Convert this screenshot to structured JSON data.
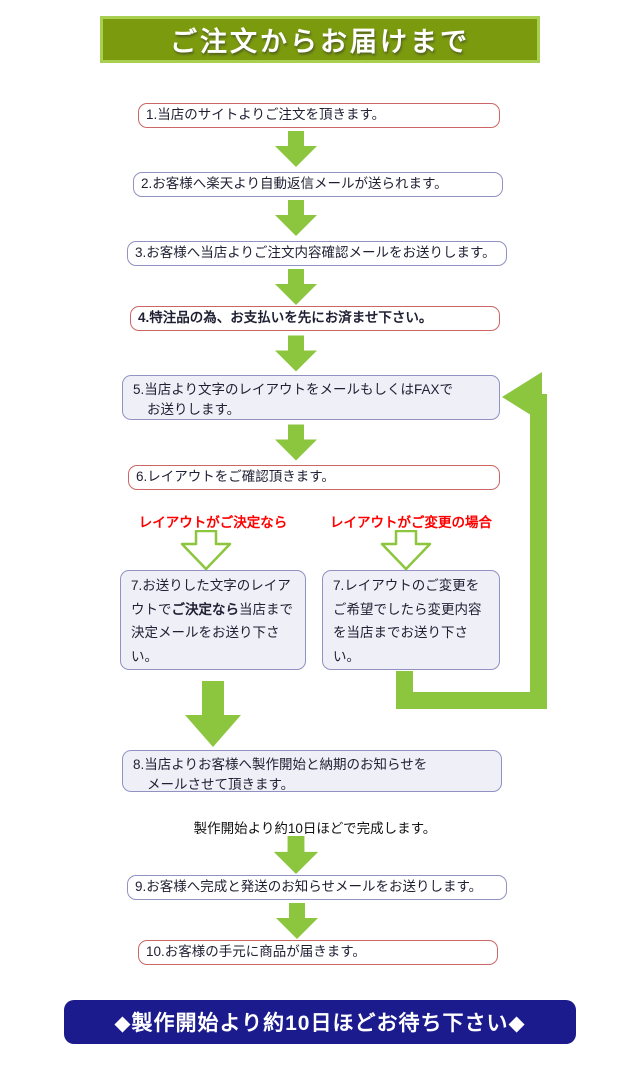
{
  "colors": {
    "arrow-green": "#8CC63E",
    "banner-green": "#7B9A0E",
    "banner-green-border": "#A9CF50",
    "box-red-border": "#CC6666",
    "box-blue-border": "#9191C2",
    "box-tint-bg": "#EFEFF7",
    "footer-navy": "#1B1B8E",
    "branch-red": "#FF0000",
    "text-dark": "#1F1F33"
  },
  "header": {
    "title": "ご注文からお届けまで"
  },
  "steps": {
    "s1": "1.当店のサイトよりご注文を頂きます。",
    "s2": "2.お客様へ楽天より自動返信メールが送られます。",
    "s3": "3.お客様へ当店よりご注文内容確認メールをお送りします。",
    "s4": "4.特注品の為、お支払いを先にお済ませ下さい。",
    "s5_line1": "5.当店より文字のレイアウトをメールもしくはFAXで",
    "s5_line2": "お送りします。",
    "s6": "6.レイアウトをご確認頂きます。",
    "s7_left_before": "7.お送りした文字のレイアウトで",
    "s7_left_bold": "ご決定なら",
    "s7_left_after": "当店まで決定メールをお送り下さい。",
    "s7_right": "7.レイアウトのご変更をご希望でしたら変更内容を当店までお送り下さい。",
    "s8_line1": "8.当店よりお客様へ製作開始と納期のお知らせを",
    "s8_line2": "メールさせて頂きます。",
    "s9": "9.お客様へ完成と発送のお知らせメールをお送りします。",
    "s10": "10.お客様の手元に商品が届きます。"
  },
  "branches": {
    "left_label": "レイアウトがご決定なら",
    "right_label": "レイアウトがご変更の場合"
  },
  "note": "製作開始より約10日ほどで完成します。",
  "footer": {
    "text": "◆製作開始より約10日ほどお待ち下さい◆"
  }
}
